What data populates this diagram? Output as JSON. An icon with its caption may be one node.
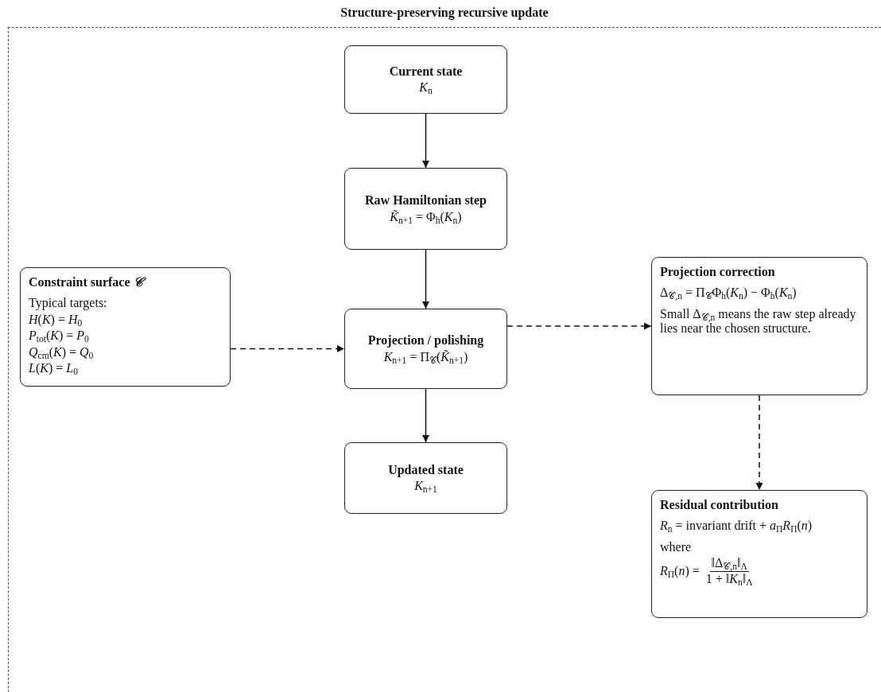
{
  "diagram": {
    "nodes": [
      {
        "text": [
          "Structure-preserving recursive update"
        ]
      },
      {
        "text": [
          "Current state",
          "*K*$_{n}$"
        ],
        "in": 0
      },
      {
        "text": [
          "Raw Hamiltonian step",
          "*K̃*$_{n+1}$ = Φ$_{h}$(*K*$_{n}$)"
        ],
        "in": 0
      },
      {
        "text": [
          "Constraint surface *𝒞*",
          "Typical targets:",
          "*H*(*K*) = *H*$_{0}$",
          "*P*$_{tot}$(*K*) = *P*$_{0}$",
          "*Q*$_{cm}$(*K*) = *Q*$_{0}$",
          "*L*(*K*) = *L*$_{0}$"
        ],
        "in": 0
      },
      {
        "text": [
          "Projection / polishing",
          "*K*$_{n+1}$ = Π$_{𝒞}$(*K̃*$_{n+1}$)"
        ],
        "in": 0
      },
      {
        "text": [
          "Projection correction",
          "Δ$_{𝒞,n}$ = Π$_{𝒞}$Φ$_{h}$(*K*$_{n}$) − Φ$_{h}$(*K*$_{n}$)",
          "Small Δ$_{𝒞,n}$ means the raw step already lies near the chosen structure."
        ],
        "in": 0
      },
      {
        "text": [
          "Updated state",
          "*K*$_{n+1}$"
        ],
        "in": 0
      },
      {
        "text": [
          "Residual contribution",
          "*R*$_{n}$ = invariant drift + *a*$_{Π}$*R*$_{Π}$(*n*)",
          "where",
          "*R*$_{Π}$(*n*) =",
          "‖Δ$_{𝒞,n}$‖$_{Λ}$",
          "1 + ‖*K*$_{n}$‖$_{Λ}$"
        ],
        "in": 0
      }
    ],
    "edges": [
      {
        "from": 1,
        "to": 2,
        "arrow": "to"
      },
      {
        "from": 2,
        "to": 4,
        "arrow": "to"
      },
      {
        "from": 4,
        "to": 6,
        "arrow": "to"
      },
      {
        "from": 3,
        "to": 4,
        "arrow": "to",
        "style": "dashed"
      },
      {
        "from": 4,
        "to": 5,
        "arrow": "to",
        "style": "dashed"
      },
      {
        "from": 5,
        "to": 7,
        "arrow": "to",
        "style": "dashed"
      }
    ]
  }
}
